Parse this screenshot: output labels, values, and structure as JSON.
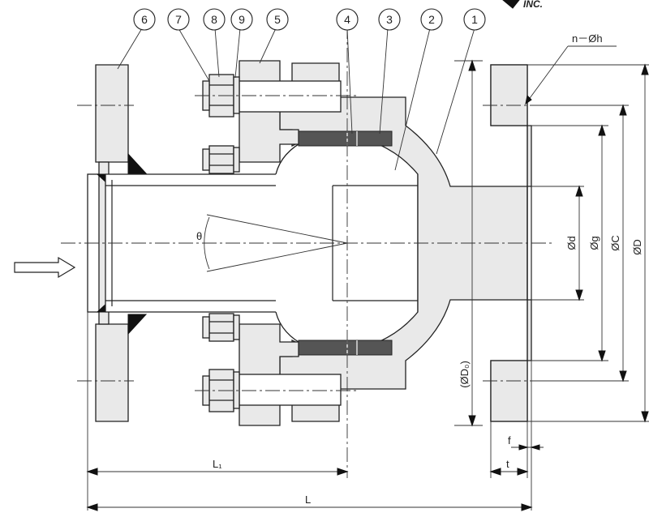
{
  "callouts": [
    {
      "id": "c1",
      "label": "1"
    },
    {
      "id": "c2",
      "label": "2"
    },
    {
      "id": "c3",
      "label": "3"
    },
    {
      "id": "c4",
      "label": "4"
    },
    {
      "id": "c5",
      "label": "5"
    },
    {
      "id": "c6",
      "label": "6"
    },
    {
      "id": "c7",
      "label": "7"
    },
    {
      "id": "c8",
      "label": "8"
    },
    {
      "id": "c9",
      "label": "9"
    }
  ],
  "dimensions": {
    "bolt_holes": "n－Øh",
    "outer_diameter": "ØD",
    "pitch_circle": "ØC",
    "raised_face": "Øg",
    "bore": "Ød",
    "ball_diameter": "(ØD₀)",
    "face_thickness": "f",
    "flange_thickness": "t",
    "half_length": "L₁",
    "overall_length": "L",
    "angle": "θ"
  },
  "logo_text": "INC."
}
